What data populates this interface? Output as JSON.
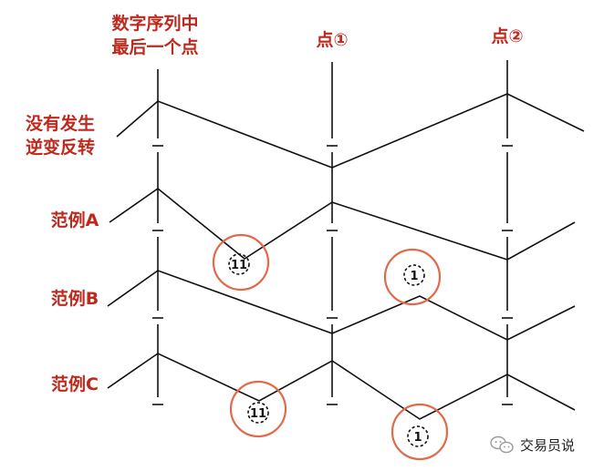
{
  "labels": {
    "header_left_line1": "数字序列中",
    "header_left_line2": "最后一个点",
    "point1": "点①",
    "point2": "点②",
    "row1_line1": "没有发生",
    "row1_line2": "逆变反转",
    "rowA": "范例A",
    "rowB": "范例B",
    "rowC": "范例C"
  },
  "markers": {
    "a_low": "11",
    "b_high": "1",
    "c_low": "11",
    "c_low2": "1"
  },
  "watermark": {
    "text": "交易员说",
    "icon": "wechat-icon"
  },
  "colors": {
    "label_red": "#c0281d",
    "circle_orange": "#e06a4a",
    "line_black": "#111111"
  }
}
